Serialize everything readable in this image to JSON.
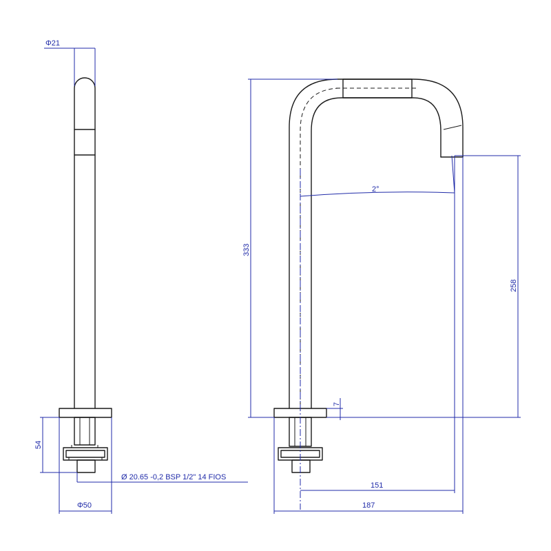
{
  "dimensions": {
    "side_diameter": "Φ21",
    "side_height": "54",
    "thread_spec": "Ø 20.65 -0,2 BSP 1/2\"  14 FIOS",
    "base_diameter": "Φ50",
    "total_height": "333",
    "outlet_height": "258",
    "angle": "2°",
    "flange_thickness": "7",
    "reach": "151",
    "overall_length": "187"
  },
  "colors": {
    "dimension": "#1f2aa8",
    "outline": "#1a1a1a"
  }
}
